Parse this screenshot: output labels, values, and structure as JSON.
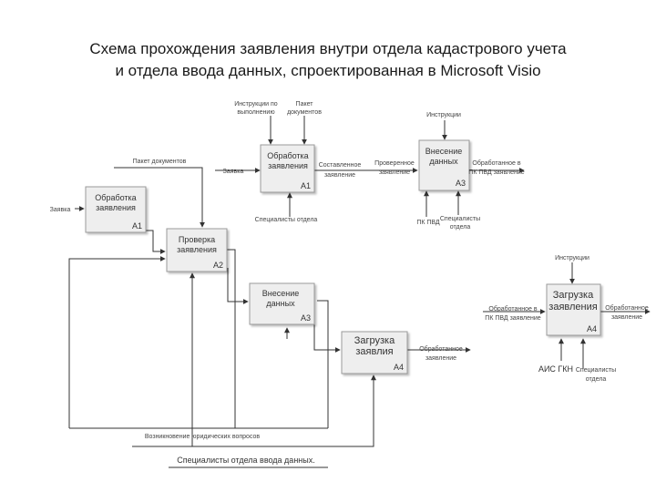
{
  "title": {
    "line1": "Схема прохождения заявления  внутри отдела кадастрового учета",
    "line2": "и отдела ввода данных, спроектированная в Microsoft Visio"
  },
  "boxes": {
    "a1_main": {
      "line1": "Обработка",
      "line2": "заявления",
      "id": "A1"
    },
    "a1_left": {
      "line1": "Обработка",
      "line2": "заявления",
      "id": "A1"
    },
    "a2": {
      "line1": "Проверка",
      "line2": "заявления",
      "id": "A2"
    },
    "a3_top": {
      "line1": "Внесение",
      "line2": "данных",
      "id": "A3"
    },
    "a3_mid": {
      "line1": "Внесение",
      "line2": "данных",
      "id": "A3"
    },
    "a4_mid": {
      "line1": "Загрузка",
      "line2": "заявлия",
      "id": "A4"
    },
    "a4_right": {
      "line1": "Загрузка",
      "line2": "заявления",
      "id": "A4"
    }
  },
  "labels": {
    "instr_top_1": "Инструкции по",
    "instr_top_2": "выполнению",
    "packet_top_1": "Пакет",
    "packet_top_2": "документов",
    "instr_a3": "Инструкции",
    "packet_docs": "Пакет документов",
    "zayavka_a1": "Заявка",
    "zayavka_left": "Заявка",
    "composed_1": "Составленное",
    "composed_2": "заявление",
    "checked_1": "Проверенное",
    "checked_2": "заявление",
    "processed_1": "Обработанное в",
    "processed_2": "ПК ПВД заявление",
    "specialists_a1": "Специалисты отдела",
    "pk_pvd": "ПК ПВД",
    "spec_a3_1": "Специалисты",
    "spec_a3_2": "отдела",
    "processed_a4_1": "Обработанное",
    "processed_a4_2": "заявление",
    "instr_right": "Инструкции",
    "processed_in_1": "Обработанное в",
    "processed_in_2": "ПК ПВД заявление",
    "processed_out_1": "Обработанное",
    "processed_out_2": "заявление",
    "ais_gkn": "АИС ГКН",
    "spec_right_1": "Специалисты",
    "spec_right_2": "отдела",
    "legal_questions": "Возникновение юридических вопросов",
    "specialists_bottom": "Специалисты отдела ввода данных."
  }
}
